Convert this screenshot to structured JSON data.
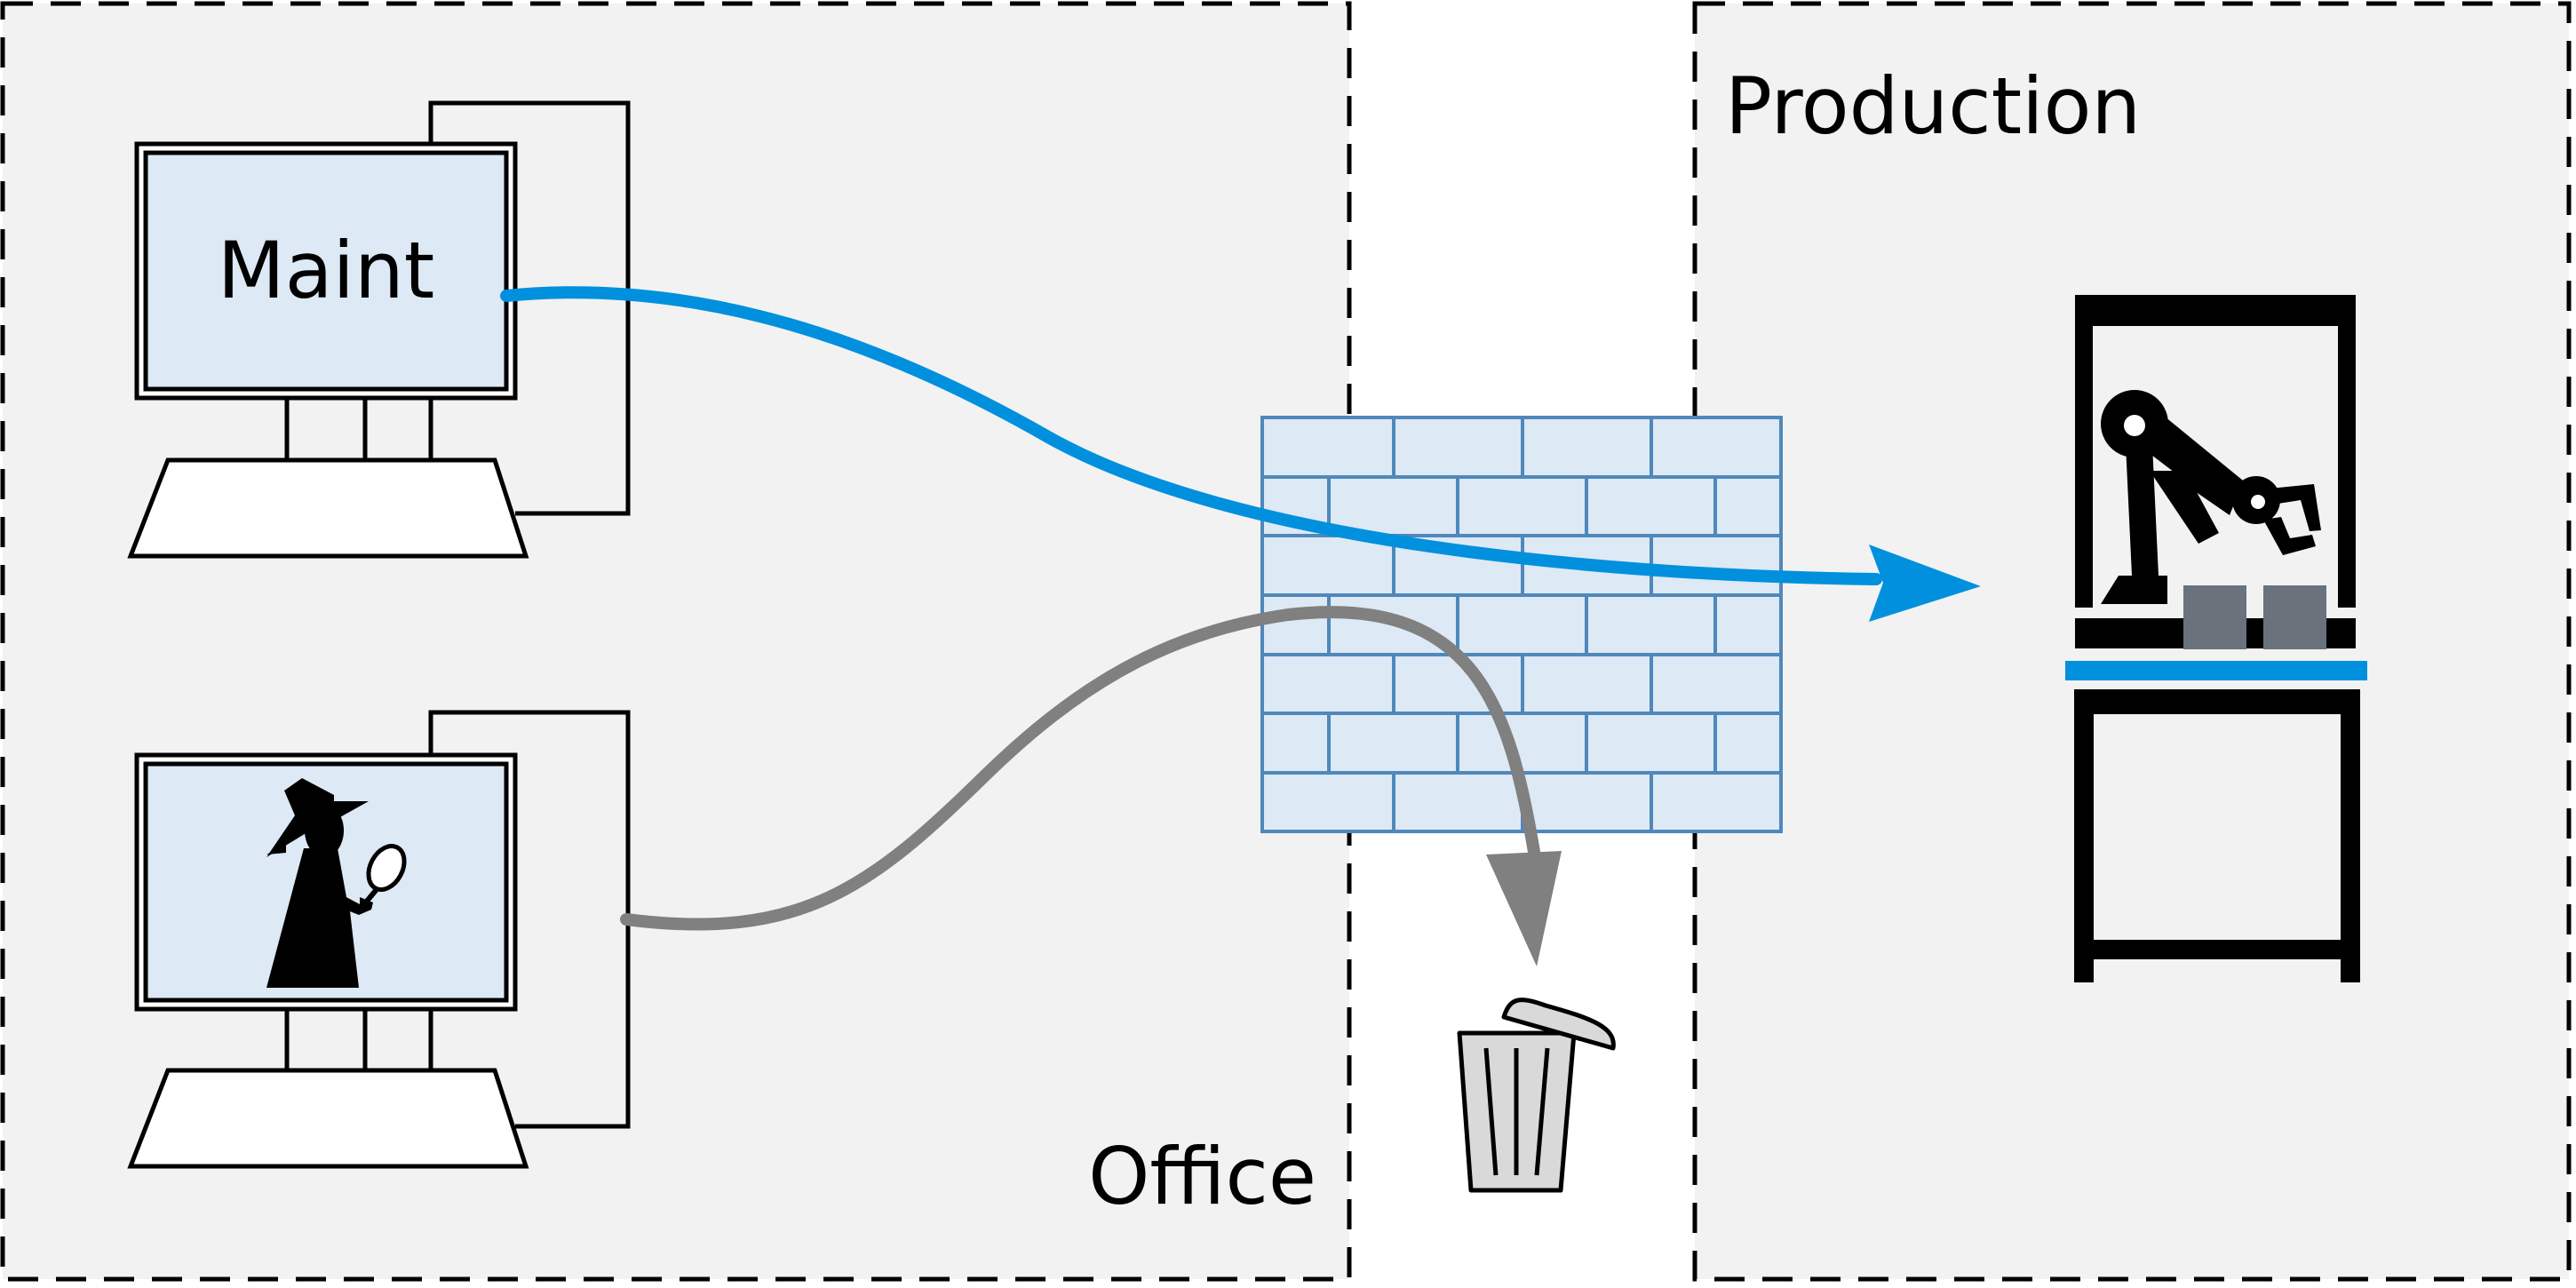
{
  "zones": {
    "office": {
      "label": "Office"
    },
    "production": {
      "label": "Production"
    }
  },
  "computers": {
    "maintenance": {
      "screen_label": "Maint",
      "role": "maintenance-workstation"
    },
    "attacker": {
      "role": "spy-workstation"
    }
  },
  "connections": {
    "allowed": {
      "from": "maintenance-workstation",
      "to": "production-robot",
      "status": "passes-firewall"
    },
    "blocked": {
      "from": "spy-workstation",
      "to": "trash-can",
      "status": "dropped-by-firewall"
    }
  },
  "colors": {
    "zone_fill": "#f2f2f2",
    "screen_fill": "#dde9f5",
    "firewall_fill": "#dde9f5",
    "firewall_stroke": "#4f88bb",
    "allowed_flow": "#0090dd",
    "blocked_flow": "#808080",
    "robot_block": "#6a737b",
    "conveyor": "#0090dd"
  },
  "icons": {
    "firewall": "brick-wall-icon",
    "trash": "trash-can-icon",
    "robot": "robot-arm-icon",
    "spy": "spy-icon"
  }
}
